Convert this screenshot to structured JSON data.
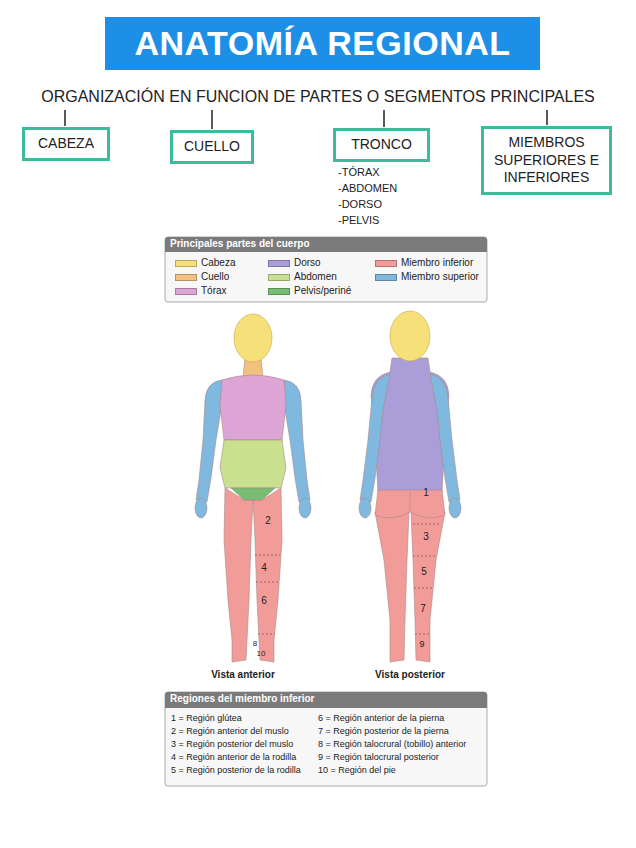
{
  "diagram": {
    "title": "ANATOMÍA REGIONAL",
    "nodes": [
      {
        "text": [
          "CABEZA"
        ]
      },
      {
        "text": [
          "CUELLO"
        ]
      },
      {
        "text": [
          "TRONCO"
        ]
      },
      {
        "text": [
          "MIEMBROS SUPERIORES E INFERIORES"
        ]
      },
      {
        "text": [
          "Principales partes del cuerpo"
        ]
      },
      {
        "text": [
          "Regiones del miembro inferior"
        ]
      }
    ],
    "labels": [
      "ORGANIZACIÓN EN FUNCION DE PARTES O SEGMENTOS PRINCIPALES",
      "-TÓRAX",
      "-ABDOMEN",
      "-DORSO",
      "-PELVIS",
      "2",
      "4",
      "6",
      "8",
      "10",
      "1",
      "3",
      "5",
      "7",
      "9",
      "Vista anterior",
      "Vista posterior",
      "1 = Región glútea",
      "2 = Región anterior del muslo",
      "3 = Región posterior del muslo",
      "4 = Región anterior de la rodilla",
      "5 = Región posterior de la rodilla",
      "6 = Región anterior de la pierna",
      "7 = Región posterior de la pierna",
      "8 = Región talocrural (tobillo) anterior",
      "9 = Región talocrural posterior",
      "10 = Región del pie"
    ],
    "legend": [
      {
        "text": "Cabeza",
        "color": "#f6e07a"
      },
      {
        "text": "Dorso",
        "color": "#ab9dd8"
      },
      {
        "text": "Miembro inferior",
        "color": "#f29c99"
      },
      {
        "text": "Cuello",
        "color": "#f3c17e"
      },
      {
        "text": "Abdomen",
        "color": "#c9e08e"
      },
      {
        "text": "Miembro superior",
        "color": "#7fb9df"
      },
      {
        "text": "Tórax",
        "color": "#dca5d5"
      },
      {
        "text": "Pelvis/periné",
        "color": "#79bd74"
      }
    ]
  }
}
